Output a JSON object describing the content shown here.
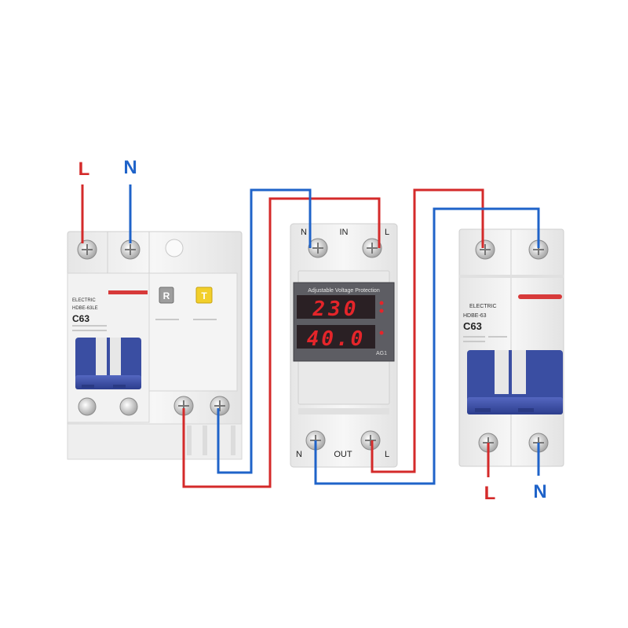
{
  "labels": {
    "input_line": "L",
    "input_neutral": "N",
    "output_line": "L",
    "output_neutral": "N"
  },
  "rcbo": {
    "brand": "ELECTRIC",
    "model": "HDBE-63LE",
    "rating": "C63",
    "reset_button": "R",
    "test_button": "T"
  },
  "protector": {
    "title": "Adjustable Voltage Protection",
    "voltage_reading": "230",
    "current_reading": "40.0",
    "model": "AG1",
    "input_label": "IN",
    "output_label": "OUT",
    "terminal_n": "N",
    "terminal_l": "L"
  },
  "mcb": {
    "brand": "ELECTRIC",
    "model": "HDBE-63",
    "rating": "C63"
  },
  "colors": {
    "line_wire": "#d42a2a",
    "neutral_wire": "#1f63c9",
    "handle": "#3d52a8",
    "display_digits": "#e5252a"
  }
}
